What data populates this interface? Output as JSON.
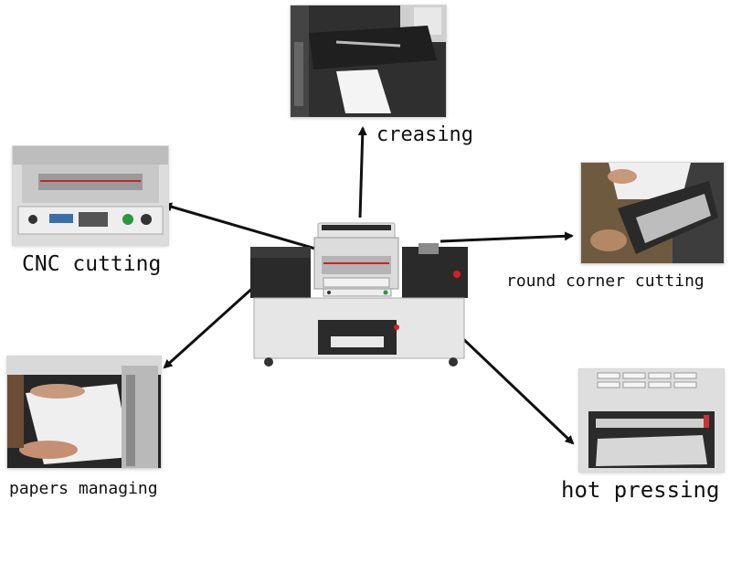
{
  "labels": {
    "creasing": "creasing",
    "cnc_cutting": "CNC cutting",
    "round_corner_cutting": "round corner cutting",
    "papers_managing": "papers managing",
    "hot_pressing": "hot pressing"
  },
  "colors": {
    "arrow": "#111111",
    "machine_body": "#e6e6e6",
    "machine_dark": "#2b2b2b",
    "accent_red": "#d62020"
  },
  "icons": [
    "arrow-icon"
  ]
}
